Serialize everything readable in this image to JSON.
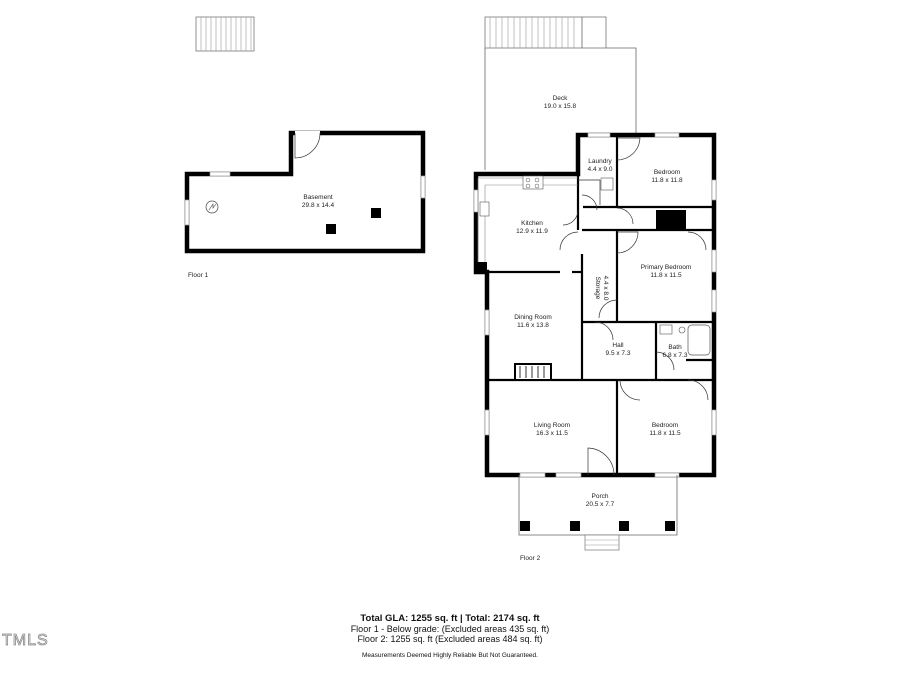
{
  "floors": [
    {
      "label": "Floor 1"
    },
    {
      "label": "Floor 2"
    }
  ],
  "rooms": [
    {
      "name": "Basement",
      "size": "29.8 x 14.4"
    },
    {
      "name": "Deck",
      "size": "19.0 x 15.8"
    },
    {
      "name": "Laundry",
      "size": "4.4 x 9.0"
    },
    {
      "name": "Bedroom",
      "size": "11.8 x 11.8"
    },
    {
      "name": "Kitchen",
      "size": "12.9 x 11.9"
    },
    {
      "name": "Primary Bedroom",
      "size": "11.8 x 11.5"
    },
    {
      "name": "Storage",
      "size": "4.4 x 8.0"
    },
    {
      "name": "Dining Room",
      "size": "11.6 x 13.8"
    },
    {
      "name": "Hall",
      "size": "9.5 x 7.3"
    },
    {
      "name": "Bath",
      "size": "6.8 x 7.3"
    },
    {
      "name": "Living Room",
      "size": "16.3 x 11.5"
    },
    {
      "name": "Bedroom",
      "size": "11.8 x 11.5"
    },
    {
      "name": "Porch",
      "size": "20.5 x 7.7"
    }
  ],
  "footer": {
    "total": "Total GLA: 1255 sq. ft | Total: 2174 sq. ft",
    "floor1": "Floor 1 - Below grade: (Excluded areas 435 sq. ft)",
    "floor2": "Floor 2: 1255 sq. ft (Excluded areas 484 sq. ft)",
    "disclaimer": "Measurements Deemed Highly Reliable But Not Guaranteed."
  },
  "logo": "TMLS"
}
